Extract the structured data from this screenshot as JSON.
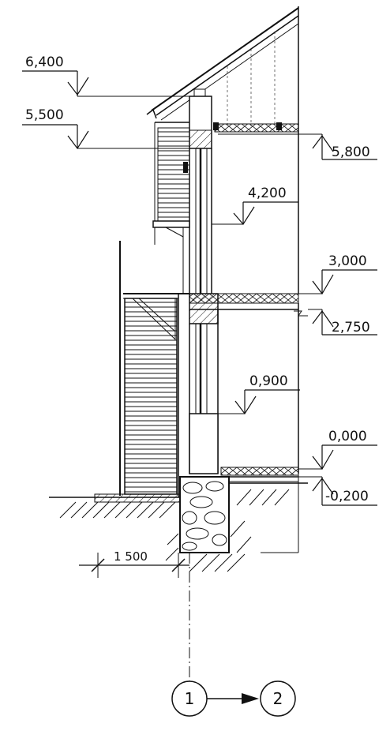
{
  "elevations": {
    "e6400": "6,400",
    "e5500": "5,500",
    "e5800": "5,800",
    "e4200": "4,200",
    "e3000": "3,000",
    "e2750": "2,750",
    "e0900": "0,900",
    "e0000": "0,000",
    "em0200": "-0,200"
  },
  "dimension": {
    "width": "1 500"
  },
  "axes": {
    "from": "1",
    "to": "2"
  },
  "colors": {
    "ink": "#111111",
    "paper": "#ffffff"
  }
}
